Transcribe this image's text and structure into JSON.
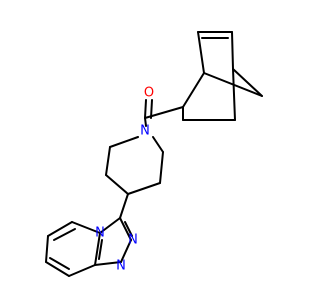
{
  "colors": {
    "bond": "#000000",
    "oxygen": "#ff0000",
    "nitrogen": "#0000ff",
    "background": "#ffffff"
  },
  "atoms": {
    "carbonyl_oxygen": "O",
    "piperidine_nitrogen": "N",
    "bridgehead_nitrogen": "N",
    "triazole_nitrogen_upper": "N",
    "triazole_nitrogen_lower": "N"
  }
}
